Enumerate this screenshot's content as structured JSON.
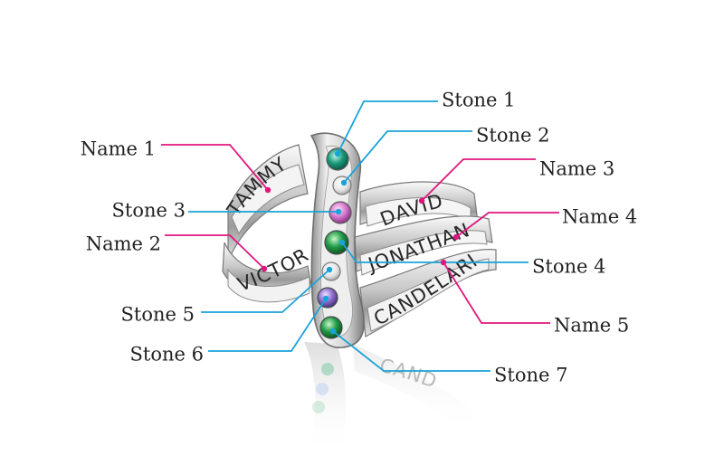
{
  "colors": {
    "name_line": "#e0157e",
    "stone_line": "#1aa3d9",
    "label_text": "#222222",
    "engraving_text": "#262626"
  },
  "ring": {
    "engravings": {
      "name1": "TAMMY",
      "name2": "VICTOR",
      "name3": "DAVID",
      "name4": "JONATHAN",
      "name5": "CANDELARIA"
    },
    "reflection_text": "CAND"
  },
  "callouts": [
    {
      "id": "stone-1",
      "kind": "stone",
      "label": "Stone 1"
    },
    {
      "id": "stone-2",
      "kind": "stone",
      "label": "Stone 2"
    },
    {
      "id": "stone-3",
      "kind": "stone",
      "label": "Stone 3"
    },
    {
      "id": "stone-4",
      "kind": "stone",
      "label": "Stone 4"
    },
    {
      "id": "stone-5",
      "kind": "stone",
      "label": "Stone 5"
    },
    {
      "id": "stone-6",
      "kind": "stone",
      "label": "Stone 6"
    },
    {
      "id": "stone-7",
      "kind": "stone",
      "label": "Stone 7"
    },
    {
      "id": "name-1",
      "kind": "name",
      "label": "Name 1"
    },
    {
      "id": "name-2",
      "kind": "name",
      "label": "Name 2"
    },
    {
      "id": "name-3",
      "kind": "name",
      "label": "Name 3"
    },
    {
      "id": "name-4",
      "kind": "name",
      "label": "Name 4"
    },
    {
      "id": "name-5",
      "kind": "name",
      "label": "Name 5"
    }
  ]
}
